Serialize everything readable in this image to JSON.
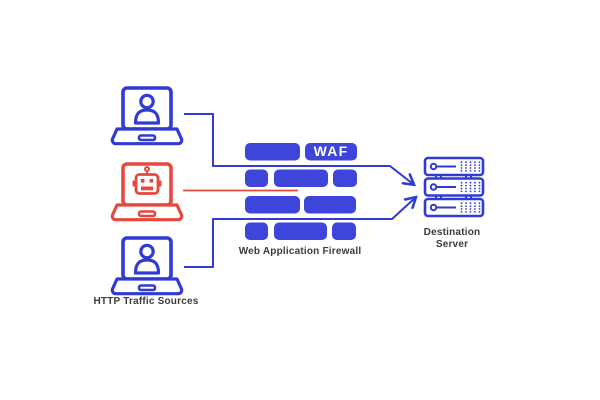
{
  "title": "Web Application Firewall Diagram",
  "palette": {
    "blue": "#2f3bd4",
    "brick_blue": "#3d45da",
    "red": "#e5483f",
    "text": "#3b3b3b",
    "background": "#ffffff",
    "waf_text": "#ffffff"
  },
  "sources": {
    "label": "HTTP Traffic Sources",
    "items": [
      {
        "id": "user-laptop-top",
        "icon": "laptop-user-icon",
        "role": "legitimate-traffic",
        "color": "#2f3bd4"
      },
      {
        "id": "bot-laptop",
        "icon": "laptop-bot-icon",
        "role": "malicious-bot-traffic",
        "color": "#e5483f"
      },
      {
        "id": "user-laptop-bottom",
        "icon": "laptop-user-icon",
        "role": "legitimate-traffic",
        "color": "#2f3bd4"
      }
    ]
  },
  "firewall": {
    "badge": "WAF",
    "label": "Web Application Firewall",
    "icon": "brick-wall-icon",
    "brick_rows": 4
  },
  "destination": {
    "label_line1": "Destination",
    "label_line2": "Server",
    "icon": "server-rack-icon",
    "rack_units": 3
  },
  "edges": [
    {
      "from": "user-laptop-top",
      "to": "destination-server",
      "status": "allowed",
      "color": "#2f3bd4"
    },
    {
      "from": "bot-laptop",
      "to": "waf-wall",
      "status": "blocked",
      "color": "#e5483f"
    },
    {
      "from": "user-laptop-bottom",
      "to": "destination-server",
      "status": "allowed",
      "color": "#2f3bd4"
    }
  ]
}
